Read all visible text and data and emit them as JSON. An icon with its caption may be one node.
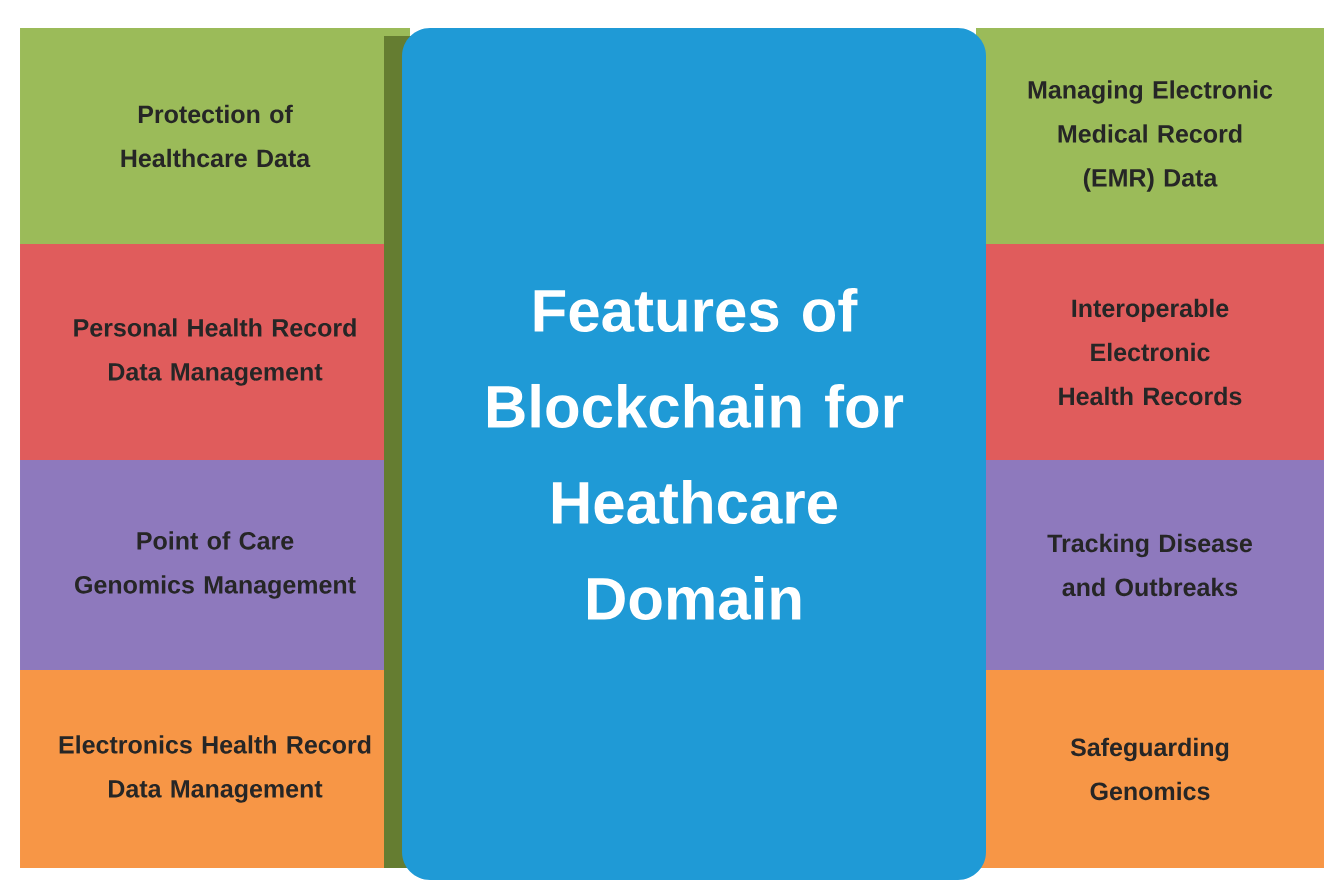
{
  "diagram": {
    "nodes": [
      {
        "text": [
          "Protection of Healthcare Data"
        ]
      },
      {
        "text": [
          "Personal Health Record Data Management"
        ]
      },
      {
        "text": [
          "Point of Care Genomics Management"
        ]
      },
      {
        "text": [
          "Electronics Health Record Data Management"
        ]
      },
      {
        "text": [
          "Features of Blockchain for Heathcare Domain"
        ]
      },
      {
        "text": [
          "Managing Electronic Medical Record (EMR) Data"
        ]
      },
      {
        "text": [
          "Interoperable Electronic Health Records"
        ]
      },
      {
        "text": [
          "Tracking Disease and Outbreaks"
        ]
      },
      {
        "text": [
          "Safeguarding Genomics"
        ]
      }
    ]
  }
}
